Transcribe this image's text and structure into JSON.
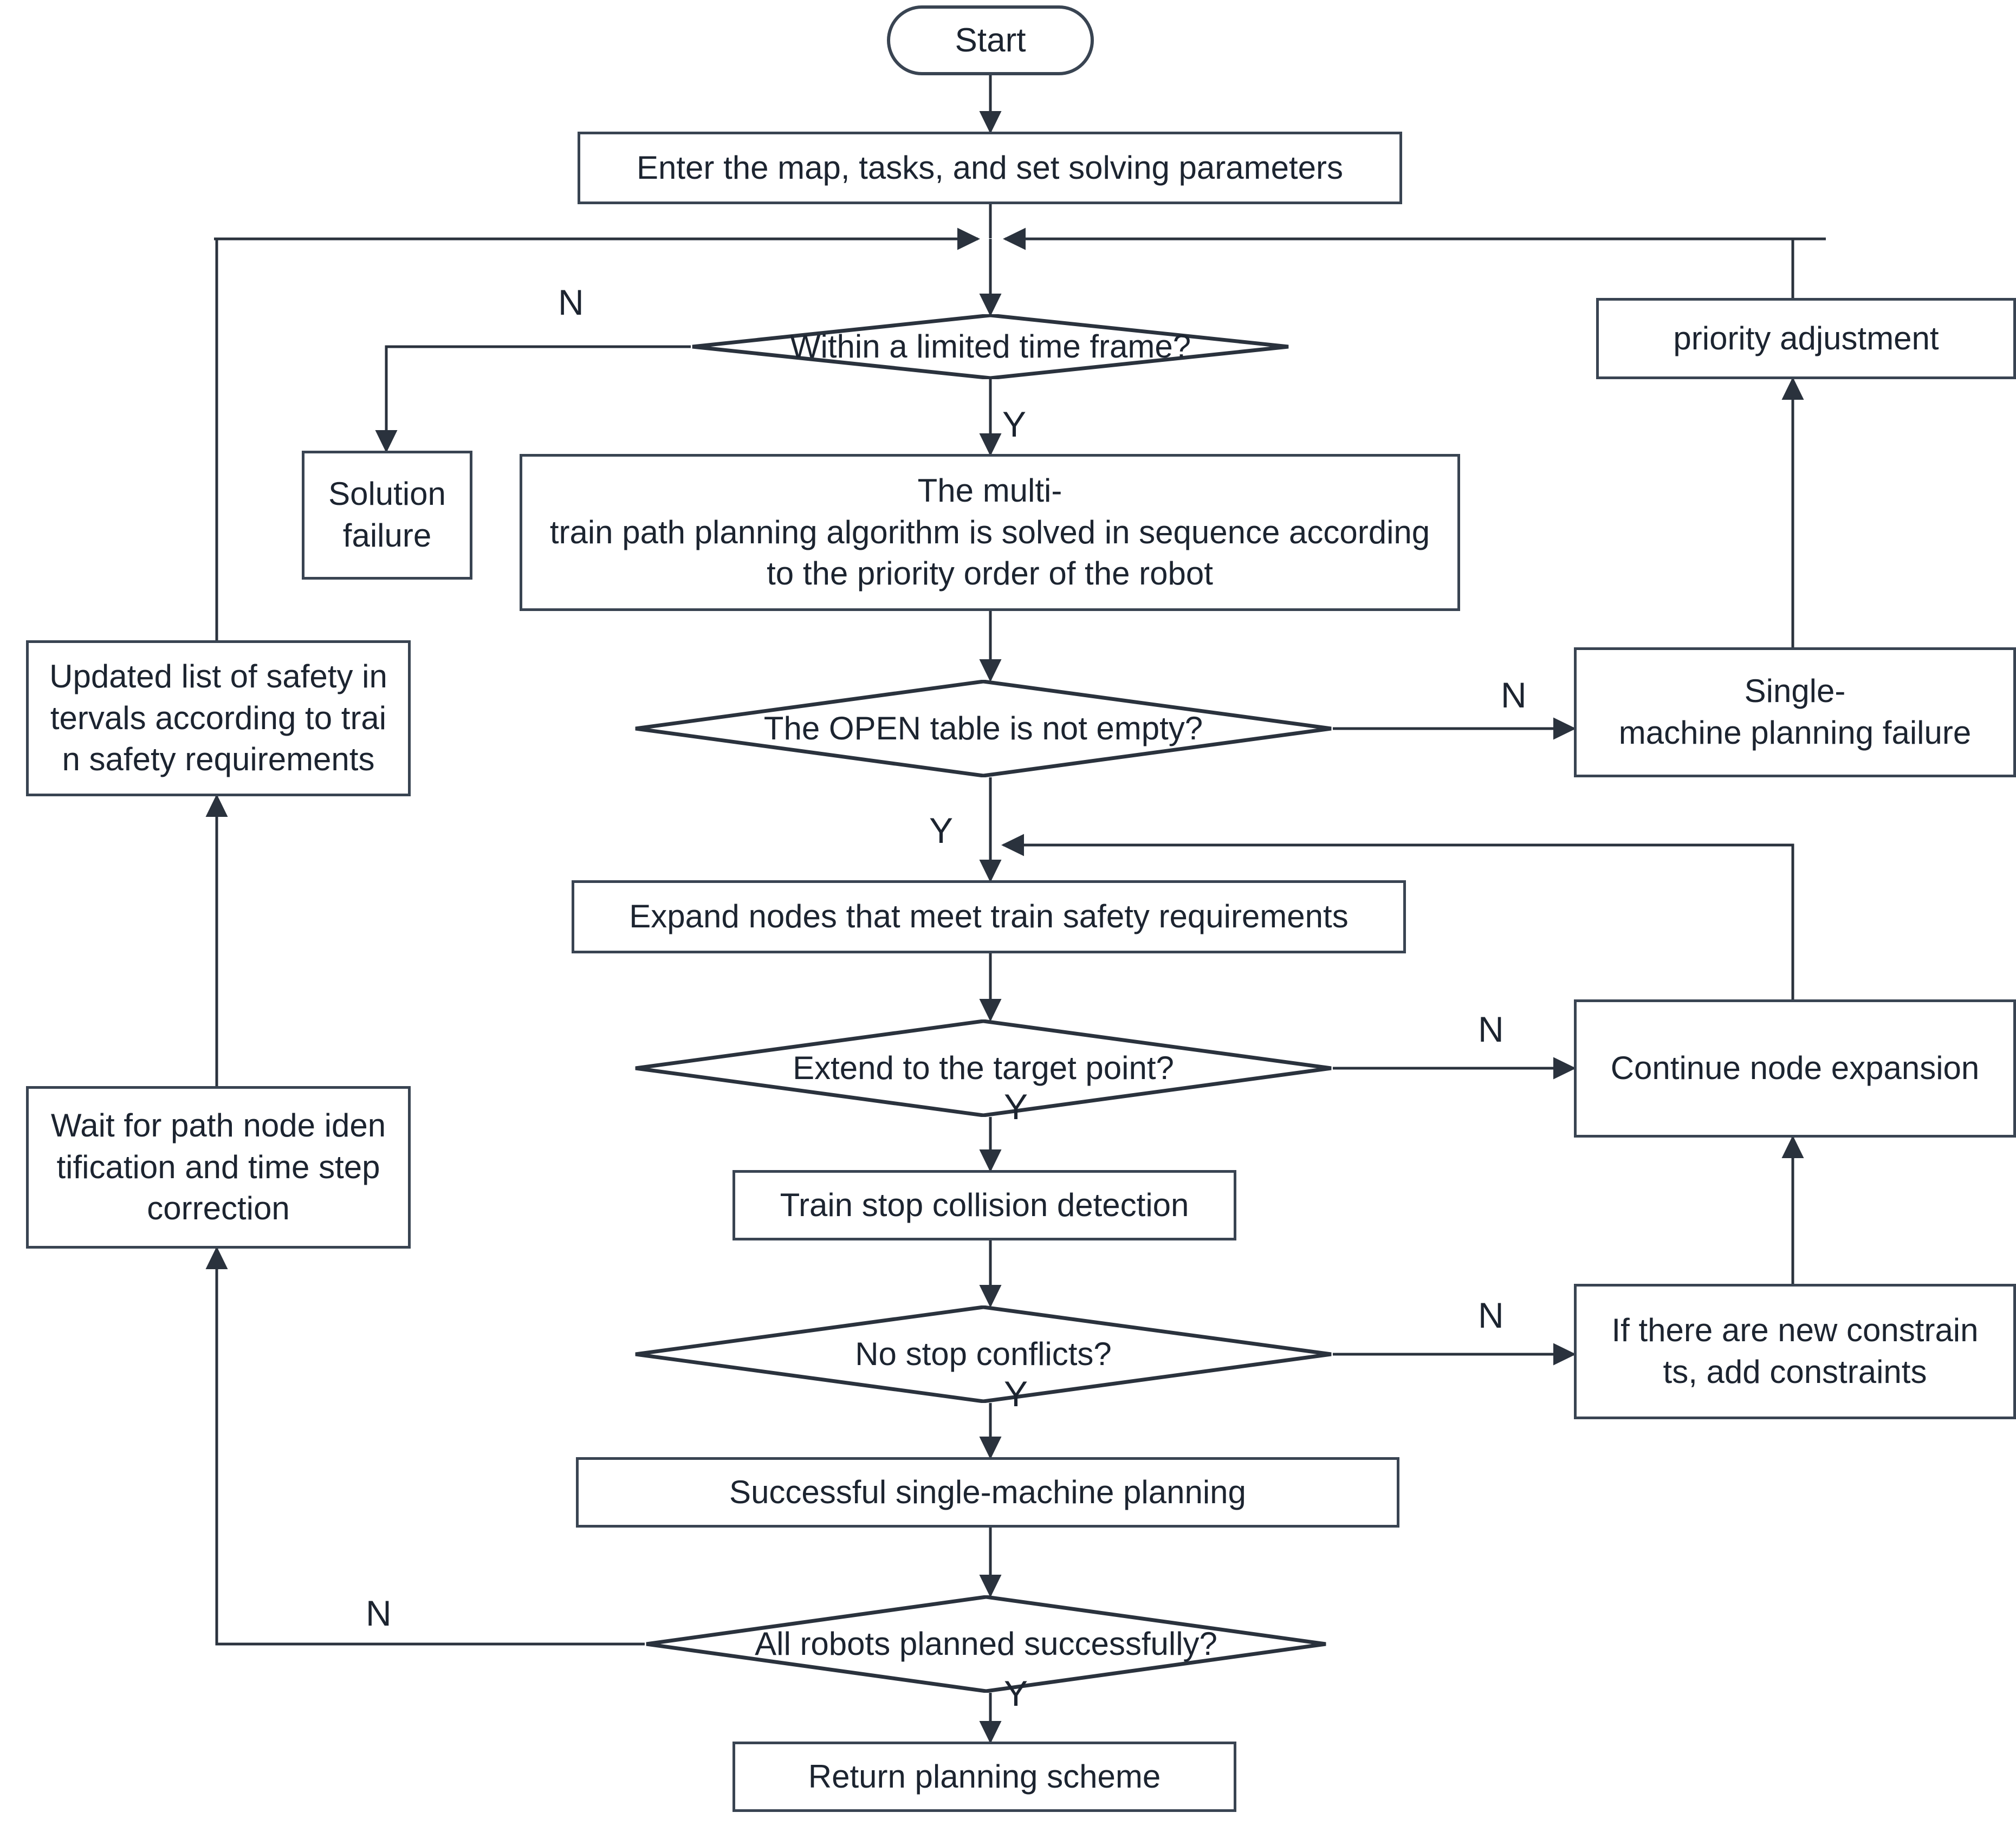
{
  "diagram": {
    "title": "Multi-robot train path planning flowchart",
    "edge_labels": {
      "yes": "Y",
      "no": "N"
    },
    "colors": {
      "stroke": "#394452",
      "text": "#1c2430",
      "background": "#ffffff"
    }
  },
  "nodes": {
    "start": {
      "label": "Start",
      "shape": "terminator"
    },
    "enter_params": {
      "label": "Enter the map, tasks, and set solving parameters",
      "shape": "process"
    },
    "time_frame": {
      "label": "Within a limited time frame?",
      "shape": "decision"
    },
    "solution_failure": {
      "label": "Solution\nfailure",
      "shape": "process"
    },
    "priority_adjustment": {
      "label": "priority adjustment",
      "shape": "process"
    },
    "multi_train": {
      "label": "The multi-\ntrain path planning algorithm is solved in sequence according\nto the priority order of the robot",
      "shape": "process"
    },
    "open_table": {
      "label": "The OPEN table is not empty?",
      "shape": "decision"
    },
    "single_machine_failure": {
      "label": "Single-\nmachine planning failure",
      "shape": "process"
    },
    "expand_nodes": {
      "label": "Expand nodes that meet train safety requirements",
      "shape": "process"
    },
    "extend_target": {
      "label": "Extend to the target point?",
      "shape": "decision"
    },
    "continue_expansion": {
      "label": "Continue node expansion",
      "shape": "process"
    },
    "train_stop_collision": {
      "label": "Train stop collision detection",
      "shape": "process"
    },
    "no_stop_conflicts": {
      "label": "No stop conflicts?",
      "shape": "decision"
    },
    "new_constraints": {
      "label": "If there are new constrain\nts, add constraints",
      "shape": "process"
    },
    "successful_single": {
      "label": "Successful single-machine planning",
      "shape": "process"
    },
    "all_robots": {
      "label": "All robots planned successfully?",
      "shape": "decision"
    },
    "return_scheme": {
      "label": "Return planning scheme",
      "shape": "process"
    },
    "updated_safety": {
      "label": "Updated list of safety in\ntervals according to trai\nn safety requirements",
      "shape": "process"
    },
    "wait_path_node": {
      "label": "Wait for path node iden\ntification and time step\ncorrection",
      "shape": "process"
    }
  },
  "edge_label_values": {
    "time_frame_no": "N",
    "time_frame_yes": "Y",
    "open_table_no": "N",
    "open_table_yes": "Y",
    "extend_target_no": "N",
    "extend_target_yes": "Y",
    "no_stop_conflicts_no": "N",
    "no_stop_conflicts_yes": "Y",
    "all_robots_no": "N",
    "all_robots_yes": "Y"
  }
}
